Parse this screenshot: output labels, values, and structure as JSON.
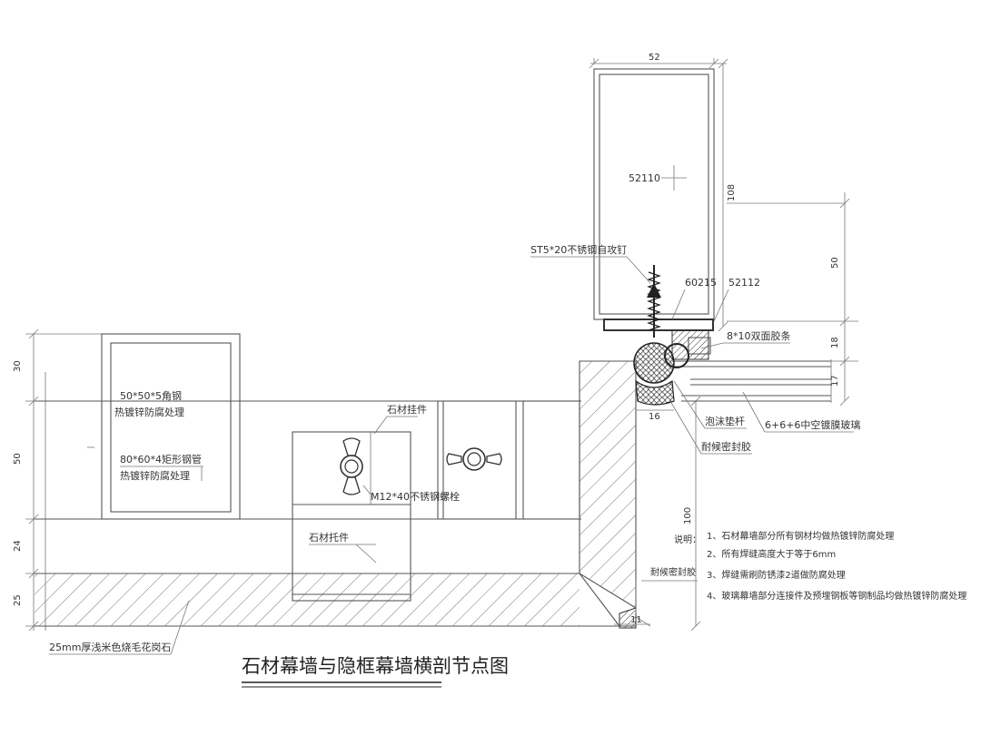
{
  "title": "石材幕墙与隐框幕墙横剖节点图",
  "labels": {
    "angle_steel": "50*50*5角钢",
    "angle_steel_treat": "热镀锌防腐处理",
    "rect_tube": "80*60*4矩形钢管",
    "rect_tube_treat": "热镀锌防腐处理",
    "stone_hanger": "石材挂件",
    "bolt": "M12*40不锈钢螺栓",
    "stone_bracket": "石材托件",
    "granite": "25mm厚浅米色烧毛花岗石",
    "screw": "ST5*20不锈钢自攻钉",
    "profile_52110": "52110",
    "profile_60215": "60215",
    "profile_52112": "52112",
    "tape": "8*10双面胶条",
    "foam_rod": "泡沫垫杆",
    "glass": "6+6+6中空镀膜玻璃",
    "sealant": "耐候密封胶",
    "sealant_small": "耐候密封胶"
  },
  "dimensions": {
    "d52": "52",
    "d108": "108",
    "d50_right": "50",
    "d18": "18",
    "d17": "17",
    "d16": "16",
    "d100": "100",
    "d11": "11",
    "d30": "30",
    "d50_left": "50",
    "d24": "24",
    "d25": "25"
  },
  "notes": {
    "heading": "说明：",
    "items": [
      "1、石材幕墙部分所有钢材均做热镀锌防腐处理",
      "2、所有焊缝高度大于等于6mm",
      "3、焊缝需刷防锈漆2道做防腐处理",
      "4、玻璃幕墙部分连接件及预埋钢板等钢制品均做热镀锌防腐处理"
    ]
  }
}
